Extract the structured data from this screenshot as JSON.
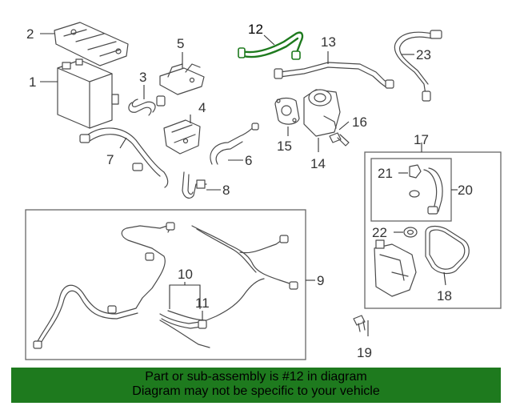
{
  "callouts": {
    "c1": "1",
    "c2": "2",
    "c3": "3",
    "c4": "4",
    "c5": "5",
    "c6": "6",
    "c7": "7",
    "c8": "8",
    "c9": "9",
    "c10": "10",
    "c11": "11",
    "c12": "12",
    "c13": "13",
    "c14": "14",
    "c15": "15",
    "c16": "16",
    "c17": "17",
    "c18": "18",
    "c19": "19",
    "c20": "20",
    "c21": "21",
    "c22": "22",
    "c23": "23"
  },
  "banner": {
    "line1": "Part or sub-assembly is #12 in diagram",
    "line2": "Diagram may not be specific to your vehicle"
  },
  "colors": {
    "highlight_part": "#1e7a1e",
    "banner_background": "#1e7a1e",
    "line_art": "#4a4a4a"
  }
}
